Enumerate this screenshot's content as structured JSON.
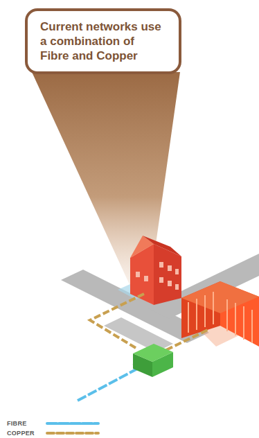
{
  "diagram": {
    "nodes": [
      {
        "text": [
          "Current networks use a combination of Fibre and Copper"
        ]
      }
    ],
    "legend": [
      {
        "text": "FIBRE"
      },
      {
        "text": "COPPER"
      }
    ]
  }
}
